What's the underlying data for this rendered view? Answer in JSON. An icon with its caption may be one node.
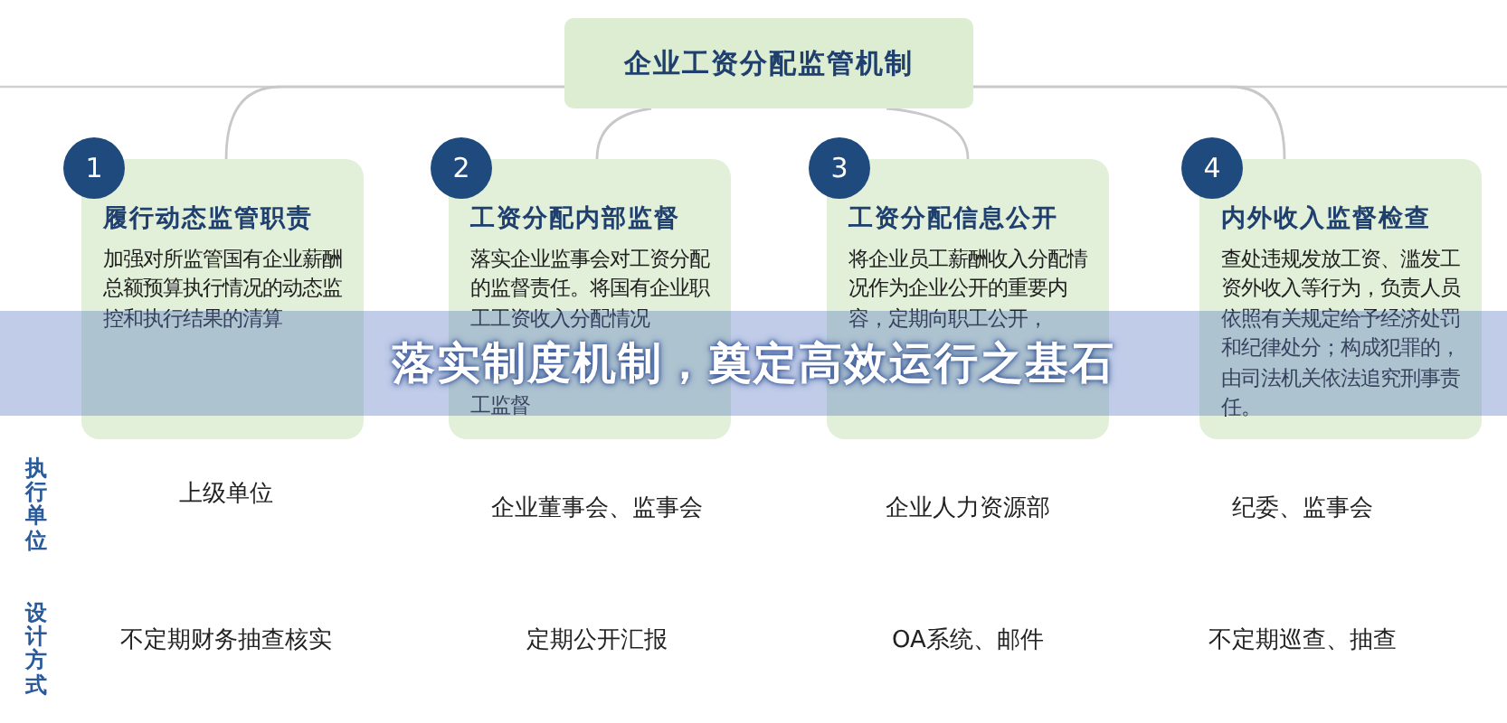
{
  "diagram": {
    "nodes": [
      {
        "text": [
          "企业工资分配监管机制"
        ]
      },
      {
        "text": [
          "1",
          "履行动态监管职责",
          "加强对所监管国有企业薪酬总额预算执行情况的动态监控和执行结果的清算"
        ]
      },
      {
        "text": [
          "2",
          "工资分配内部监督",
          "落实企业监事会对工资分配的监督责任。将国有企业职工工资收入分配情况",
          "工监督"
        ]
      },
      {
        "text": [
          "3",
          "工资分配信息公开",
          "将企业员工薪酬收入分配情况作为企业公开的重要内容，定期向职工公开，"
        ]
      },
      {
        "text": [
          "4",
          "内外收入监督检查",
          "查处违规发放工资、滥发工资外收入等行为，负责人员依照有关规定给予经济处罚和纪律处分；构成犯罪的，由司法机关依法追究刑事责任。"
        ]
      }
    ],
    "edges": [
      {
        "from": 0,
        "to": 1,
        "arrow": "none"
      },
      {
        "from": 0,
        "to": 2,
        "arrow": "none"
      },
      {
        "from": 0,
        "to": 3,
        "arrow": "none"
      },
      {
        "from": 0,
        "to": 4,
        "arrow": "none"
      }
    ],
    "labels": [
      "落实制度机制，奠定高效运行之基石",
      "执行单位",
      "上级单位",
      "企业董事会、监事会",
      "企业人力资源部",
      "纪委、监事会",
      "设计方式",
      "不定期财务抽查核实",
      "定期公开汇报",
      "OA系统、邮件",
      "不定期巡查、抽查"
    ]
  }
}
